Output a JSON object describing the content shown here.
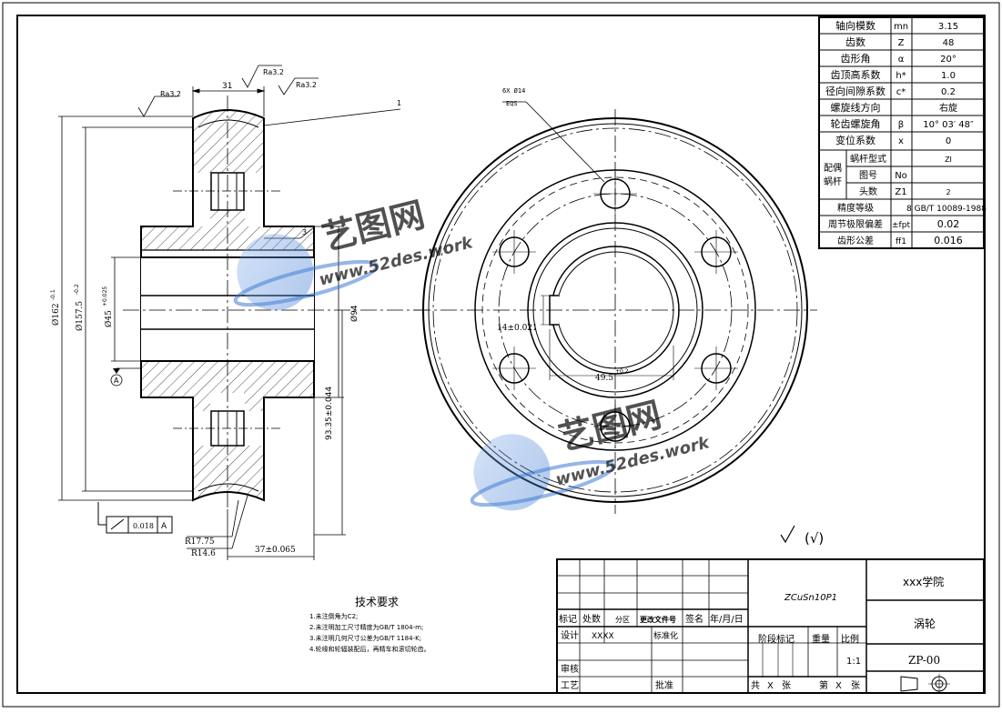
{
  "params": [
    {
      "label": "轴向模数",
      "sym": "mn",
      "val": "3.15"
    },
    {
      "label": "齿数",
      "sym": "Z",
      "val": "48"
    },
    {
      "label": "齿形角",
      "sym": "α",
      "val": "20°"
    },
    {
      "label": "齿顶高系数",
      "sym": "h*",
      "val": "1.0"
    },
    {
      "label": "径向间隙系数",
      "sym": "c*",
      "val": "0.2"
    },
    {
      "label": "螺旋线方向",
      "sym": "",
      "val": "右旋"
    },
    {
      "label": "轮齿螺旋角",
      "sym": "β",
      "val": "10° 03′ 48″"
    },
    {
      "label": "变位系数",
      "sym": "x",
      "val": "0"
    }
  ],
  "mating": {
    "group": "配偶蜗杆",
    "rows": [
      {
        "label": "蜗杆型式",
        "sym": "",
        "val": "ZI"
      },
      {
        "label": "图号",
        "sym": "No",
        "val": ""
      },
      {
        "label": "头数",
        "sym": "Z1",
        "val": "2"
      }
    ]
  },
  "tolerances": [
    {
      "label": "精度等级",
      "val": "8 GB/T 10089-1988"
    },
    {
      "label": "周节极限偏差",
      "sym": "±fpt",
      "val": "0.02"
    },
    {
      "label": "齿形公差",
      "sym": "ff1",
      "val": "0.016"
    }
  ],
  "dims": {
    "top_width": "31",
    "ra1": "Ra3.2",
    "ra2": "Ra3.2",
    "ra3": "Ra3.2",
    "leader1": "1",
    "leader3": "3",
    "d162": "Ø162",
    "d162_tol": "-0.1",
    "d157": "Ø157.5",
    "d157_tol": "-0.2",
    "d45": "Ø45",
    "d45_tol": "+0.025",
    "d94": "Ø94",
    "d93": "93.35±0.044",
    "r1775": "R17.75",
    "r146": "R14.6",
    "w37": "37±0.065",
    "datum": "A",
    "gtol_val": "0.018",
    "gtol_ref": "A",
    "holes_note": "6X Ø14",
    "holes_sub": "EQS",
    "key14": "14±0.021",
    "key49": "49.5",
    "key49_tol": "+0.2"
  },
  "surface_note": "(√)",
  "tech": {
    "title": "技术要求",
    "items": [
      "1.未注倒角为C2;",
      "2.未注明加工尺寸精度为GB/T 1804-m;",
      "3.未注明几何尺寸公差为GB/T 1184-K;",
      "4.轮缘和轮辐装配后，再精车和滚切轮齿。"
    ]
  },
  "title_block": {
    "material": "ZCuSn10P1",
    "school": "xxx学院",
    "part": "涡轮",
    "code": "ZP-00",
    "labels": {
      "biaoji": "标记",
      "chushu": "处数",
      "fenqu": "分区",
      "gengai": "更改文件号",
      "qianming": "签名",
      "date": "年/月/日",
      "sheji": "设计",
      "sheji_val": "XXXX",
      "biaozhun": "标准化",
      "jieduan": "阶段标记",
      "zhongliang": "重量",
      "bili": "比例",
      "scale": "1:1",
      "shenhe": "审核",
      "gongyi": "工艺",
      "pizhun": "批准",
      "gong": "共",
      "x1": "X",
      "zhang1": "张",
      "di": "第",
      "x2": "X",
      "zhang2": "张"
    }
  },
  "watermark": {
    "brand": "艺图网",
    "url": "www.52des.work"
  }
}
